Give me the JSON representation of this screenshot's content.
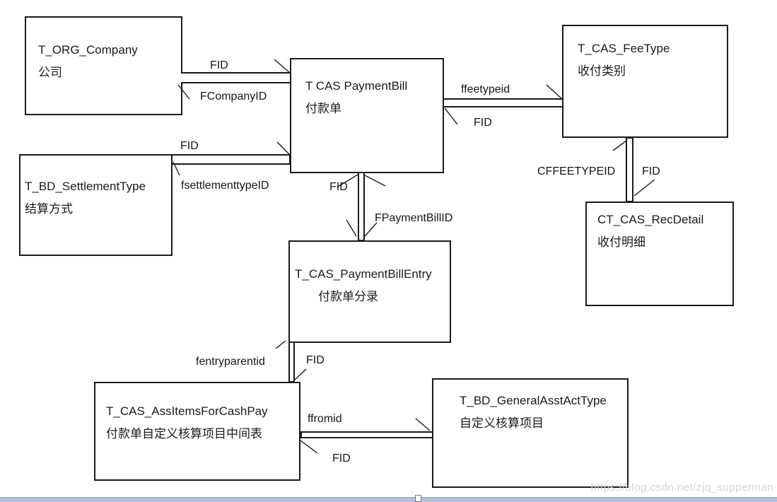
{
  "diagram": {
    "entities": [
      {
        "name": "T_ORG_Company",
        "cn": "公司"
      },
      {
        "name": "T CAS PaymentBill",
        "cn": "付款单"
      },
      {
        "name": "T_CAS_FeeType",
        "cn": "收付类别"
      },
      {
        "name": "T_BD_SettlementType",
        "cn": "结算方式"
      },
      {
        "name": "CT_CAS_RecDetail",
        "cn": "收付明细"
      },
      {
        "name": "T_CAS_PaymentBillEntry",
        "cn": "付款单分录"
      },
      {
        "name": "T_CAS_AssItemsForCashPay",
        "cn": "付款单自定义核算项目中间表"
      },
      {
        "name": "T_BD_GeneralAsstActType",
        "cn": "自定义核算项目"
      }
    ],
    "connectors": [
      {
        "from": "T_ORG_Company",
        "to": "T CAS PaymentBill",
        "label_a": "FID",
        "label_b": "FCompanyID"
      },
      {
        "from": "T CAS PaymentBill",
        "to": "T_CAS_FeeType",
        "label_a": "ffeetypeid",
        "label_b": "FID"
      },
      {
        "from": "T_CAS_FeeType",
        "to": "CT_CAS_RecDetail",
        "label_a": "CFFEETYPEID",
        "label_b": "FID"
      },
      {
        "from": "T CAS PaymentBill",
        "to": "T_CAS_PaymentBillEntry",
        "label_a": "FID",
        "label_b": "FPaymentBillID"
      },
      {
        "from": "T_BD_SettlementType",
        "to": "T CAS PaymentBill",
        "label_a": "FID",
        "label_b": "fsettlementtypeID"
      },
      {
        "from": "T_CAS_PaymentBillEntry",
        "to": "T_CAS_AssItemsForCashPay",
        "label_a": "fentryparentid",
        "label_b": "FID"
      },
      {
        "from": "T_CAS_AssItemsForCashPay",
        "to": "T_BD_GeneralAsstActType",
        "label_a": "ffromid",
        "label_b": "FID"
      }
    ],
    "watermark": "https://blog.csdn.net/zjq_supperman",
    "colors": {
      "line": "#1b1b1b",
      "background": "#ffffff",
      "watermark_text": "#d4d4d4",
      "scrollbar_track": "#b5c0d4"
    }
  }
}
